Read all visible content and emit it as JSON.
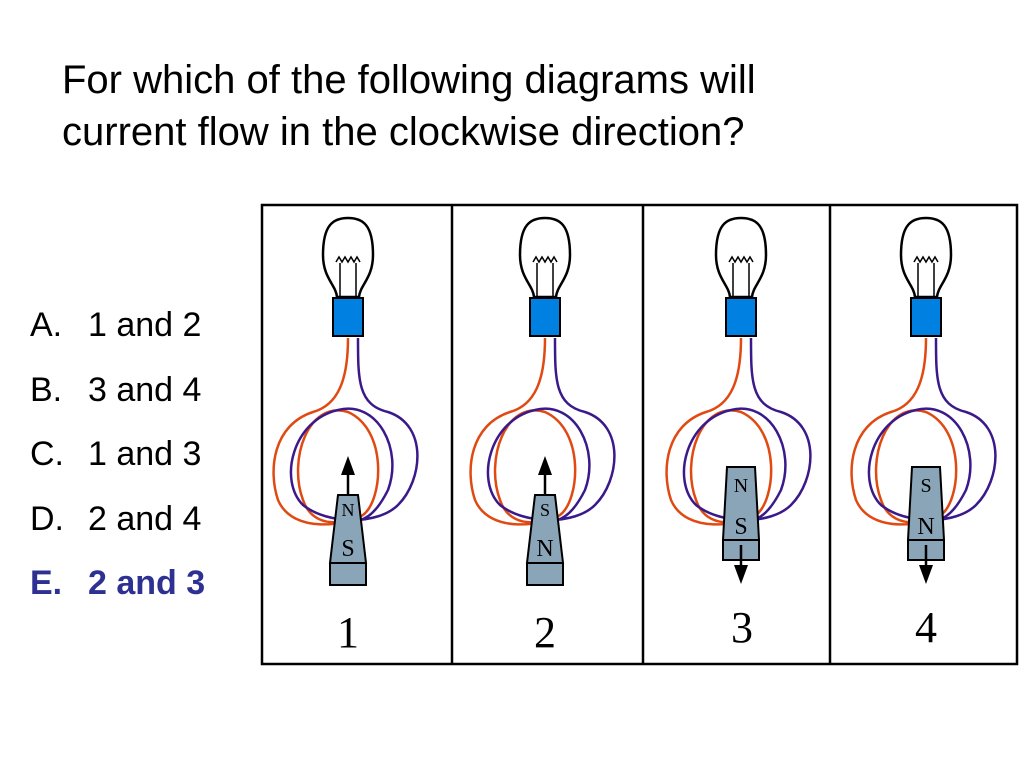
{
  "question": {
    "line1": "For which of the following diagrams will",
    "line2": "current flow in the clockwise direction?"
  },
  "answers": [
    {
      "letter": "A.",
      "text": "1 and 2",
      "correct": false
    },
    {
      "letter": "B.",
      "text": "3 and 4",
      "correct": false
    },
    {
      "letter": "C.",
      "text": "1 and 3",
      "correct": false
    },
    {
      "letter": "D.",
      "text": "2 and 4",
      "correct": false
    },
    {
      "letter": "E.",
      "text": "2 and 3",
      "correct": true
    }
  ],
  "panels": [
    {
      "number": "1",
      "magnet_top": "N",
      "magnet_bottom": "S",
      "arrow": "up"
    },
    {
      "number": "2",
      "magnet_top": "S",
      "magnet_bottom": "N",
      "arrow": "up"
    },
    {
      "number": "3",
      "magnet_top": "N",
      "magnet_bottom": "S",
      "arrow": "down"
    },
    {
      "number": "4",
      "magnet_top": "S",
      "magnet_bottom": "N",
      "arrow": "down"
    }
  ],
  "colors": {
    "text": "#000000",
    "correct_answer": "#2e3192",
    "wire_orange": "#e04a12",
    "wire_purple": "#3a1a8a",
    "bulb_base": "#0080e0",
    "magnet_fill": "#8aa4b8",
    "frame": "#000000"
  }
}
